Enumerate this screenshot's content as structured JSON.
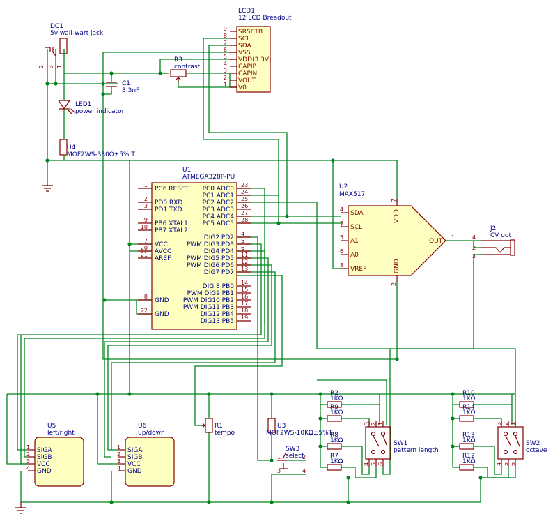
{
  "dc1": {
    "ref": "DC1",
    "value": "5v wall-wart jack",
    "pins": [
      "2",
      "3",
      "1"
    ]
  },
  "lcd1": {
    "ref": "LCD1",
    "value": "12 LCD Breadout",
    "pins": [
      {
        "num": "9",
        "name": "SRSETB"
      },
      {
        "num": "8",
        "name": "SCL"
      },
      {
        "num": "7",
        "name": "SDA"
      },
      {
        "num": "6",
        "name": "VSS"
      },
      {
        "num": "5",
        "name": "VDD(3.3V)"
      },
      {
        "num": "4",
        "name": "CAPIP"
      },
      {
        "num": "3",
        "name": "CAPIN"
      },
      {
        "num": "2",
        "name": "VOUT"
      },
      {
        "num": "1",
        "name": "V0"
      }
    ]
  },
  "r3": {
    "ref": "R3",
    "value": "contrast"
  },
  "c1": {
    "ref": "C1",
    "value": "3.3nF"
  },
  "led1": {
    "ref": "LED1",
    "value": "power indicator"
  },
  "u4": {
    "ref": "U4",
    "value": "MOF2WS-330Ω±5% T"
  },
  "u1": {
    "ref": "U1",
    "value": "ATMEGA328P-PU",
    "left_pins": [
      {
        "num": "1",
        "name": "PC6 RESET"
      },
      {
        "num": "2",
        "name": "PD0 RXD"
      },
      {
        "num": "3",
        "name": "PD1 TXD"
      },
      {
        "num": "9",
        "name": "PB6 XTAL1"
      },
      {
        "num": "10",
        "name": "PB7 XTAL2"
      },
      {
        "num": "7",
        "name": "VCC"
      },
      {
        "num": "20",
        "name": "AVCC"
      },
      {
        "num": "21",
        "name": "AREF"
      },
      {
        "num": "8",
        "name": "GND"
      },
      {
        "num": "22",
        "name": "GND"
      }
    ],
    "right_pins": [
      {
        "num": "23",
        "name": "PC0 ADC0"
      },
      {
        "num": "24",
        "name": "PC1 ADC1"
      },
      {
        "num": "25",
        "name": "PC2 ADC2"
      },
      {
        "num": "26",
        "name": "PC3 ADC3"
      },
      {
        "num": "27",
        "name": "PC4 ADC4"
      },
      {
        "num": "28",
        "name": "PC5 ADC5"
      },
      {
        "num": "4",
        "name": "DIG2 PD2"
      },
      {
        "num": "5",
        "name": "PWM DIG3 PD3"
      },
      {
        "num": "6",
        "name": "DIG4 PD4"
      },
      {
        "num": "11",
        "name": "PWM DIG5 PD5"
      },
      {
        "num": "12",
        "name": "PWM DIG6 PD6"
      },
      {
        "num": "13",
        "name": "DIG7 PD7"
      },
      {
        "num": "14",
        "name": "DIG 8 PB0"
      },
      {
        "num": "15",
        "name": "PWM DIG9 PB1"
      },
      {
        "num": "16",
        "name": "PWM DIG10 PB2"
      },
      {
        "num": "17",
        "name": "PWM DIG11 PB3"
      },
      {
        "num": "18",
        "name": "DIG12 PB4"
      },
      {
        "num": "19",
        "name": "DIG13 PB5"
      }
    ]
  },
  "u2": {
    "ref": "U2",
    "value": "MAX517",
    "pins": [
      {
        "num": "4",
        "name": "SDA"
      },
      {
        "num": "3",
        "name": "SCL"
      },
      {
        "num": "5",
        "name": "A1"
      },
      {
        "num": "6",
        "name": "A0"
      },
      {
        "num": "8",
        "name": "VREF"
      },
      {
        "num": "7",
        "name": "VDD"
      },
      {
        "num": "2",
        "name": "GND"
      },
      {
        "num": "1",
        "name": "OUT"
      }
    ]
  },
  "j2": {
    "ref": "J2",
    "value": "CV out",
    "pins": [
      "4",
      "2",
      "3"
    ]
  },
  "u5": {
    "ref": "U5",
    "value": "left/right",
    "pins": [
      {
        "num": "1",
        "name": "SIGA"
      },
      {
        "num": "2",
        "name": "SIGB"
      },
      {
        "num": "3",
        "name": "VCC"
      },
      {
        "num": "4",
        "name": "GND"
      }
    ]
  },
  "u6": {
    "ref": "U6",
    "value": "up/down",
    "pins": [
      {
        "num": "1",
        "name": "SIGA"
      },
      {
        "num": "2",
        "name": "SIGB"
      },
      {
        "num": "3",
        "name": "VCC"
      },
      {
        "num": "4",
        "name": "GND"
      }
    ]
  },
  "r1": {
    "ref": "R1",
    "value": "tempo"
  },
  "u3": {
    "ref": "U3",
    "value": "MOF2WS-10KΩ±5%T"
  },
  "sw3": {
    "ref": "SW3",
    "value": "select",
    "pins": [
      "1",
      "2",
      "3",
      "4"
    ]
  },
  "sw1": {
    "ref": "SW1",
    "value": "pattern length",
    "pins": [
      "3",
      "2",
      "1",
      "4",
      "5",
      "6"
    ]
  },
  "sw2": {
    "ref": "SW2",
    "value": "octave",
    "pins": [
      "3",
      "2",
      "1",
      "4",
      "5",
      "6"
    ]
  },
  "left_resistors": [
    {
      "ref": "R2",
      "value": "1KΩ"
    },
    {
      "ref": "R9",
      "value": "1KΩ"
    },
    {
      "ref": "R8",
      "value": "1KΩ"
    },
    {
      "ref": "R7",
      "value": "1KΩ"
    }
  ],
  "right_resistors": [
    {
      "ref": "R10",
      "value": "1KΩ"
    },
    {
      "ref": "R14",
      "value": "1KΩ"
    },
    {
      "ref": "R13",
      "value": "1KΩ"
    },
    {
      "ref": "R12",
      "value": "1KΩ"
    }
  ]
}
